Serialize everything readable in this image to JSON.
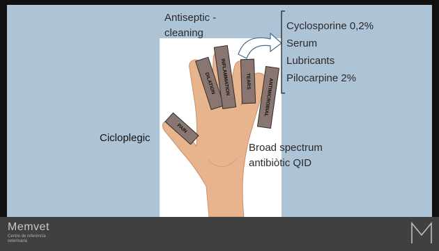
{
  "labels": {
    "antiseptic_line1": "Antiseptic -",
    "antiseptic_line2": "cleaning",
    "treatments": [
      "Cyclosporine 0,2%",
      "Serum",
      "Lubricants",
      "Pilocarpine 2%"
    ],
    "cicloplegic": "Cicloplegic",
    "broad_line1": "Broad spectrum",
    "broad_line2": "antibiòtic QID"
  },
  "fingers": {
    "pain": "PAIN",
    "dilation": "DILATION",
    "inflammation": "INFLAMMATION",
    "tears": "TEARS",
    "antimicrobial": "ANTIMICROBIAL"
  },
  "footer": {
    "brand": "Memvet",
    "subtitle_line1": "Centre de referència",
    "subtitle_line2": "veterinària"
  },
  "colors": {
    "background": "#adc3d6",
    "label_fill": "#8a7670",
    "footer": "#404040"
  }
}
